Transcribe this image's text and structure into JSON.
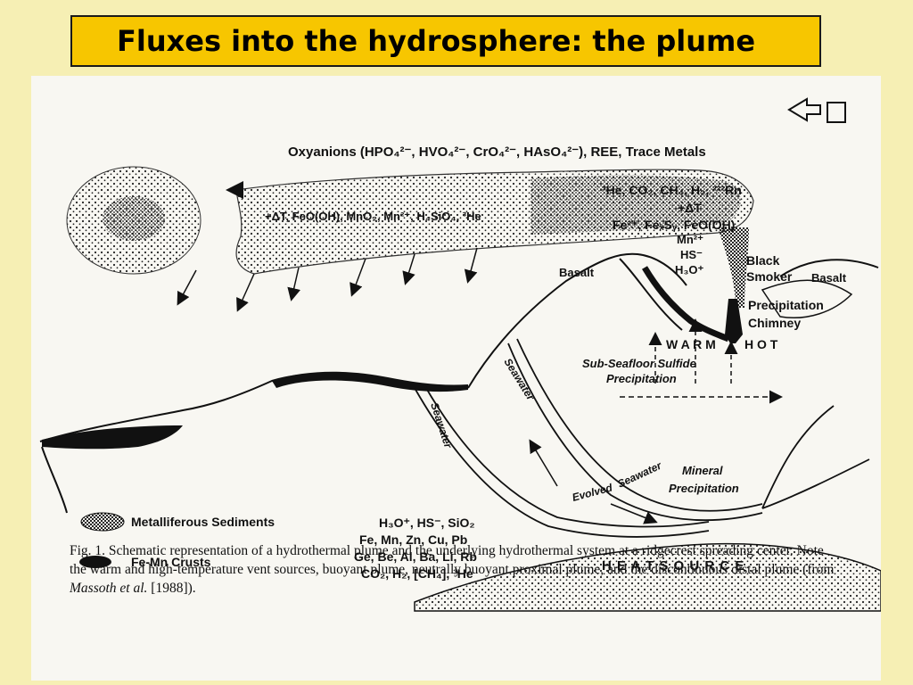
{
  "title": "Fluxes into the hydrosphere: the plume",
  "diagram": {
    "labels": {
      "oxyanions": "Oxyanions (HPO₄²⁻, HVO₄²⁻, CrO₄²⁻, HAsO₄²⁻), REE, Trace Metals",
      "plume_left": "+ΔT, FeO(OH), MnO₂, Mn²⁺, H₄SiO₄, ³He",
      "plume_right_1": "³He, CO₂, CH₄, H₂, ²²²Rn",
      "plume_right_2": "+ΔT",
      "plume_right_3": "Fe²⁺, FeₓSᵧ, FeO(OH)",
      "plume_right_4": "Mn²⁺",
      "plume_right_5": "HS⁻",
      "plume_right_6": "H₃O⁺",
      "black_smoker_1": "Black",
      "black_smoker_2": "Smoker",
      "basalt_left": "Basalt",
      "basalt_right": "Basalt",
      "precip_chimney_1": "Precipitation",
      "precip_chimney_2": "Chimney",
      "warm": "W A R M",
      "hot": "H O T",
      "subseafloor_1": "Sub-Seafloor Sulfide",
      "subseafloor_2": "Precipitation",
      "seawater_1": "Seawater",
      "seawater_2": "Seawater",
      "evolved": "Evolved",
      "seawater_3": "Seawater",
      "mineral_1": "Mineral",
      "mineral_2": "Precipitation",
      "heat_source": "H E A T   S O U R C E",
      "vent_1": "H₃O⁺, HS⁻, SiO₂",
      "vent_2": "Fe, Mn, Zn, Cu, Pb",
      "vent_3": "Ge, Be, Al, Ba, Li, Rb",
      "vent_4": "CO₂, H₂, [CH₄], ³He"
    },
    "legend": [
      {
        "label": "Metalliferous Sediments"
      },
      {
        "label": "Fe-Mn Crusts"
      }
    ]
  },
  "caption": {
    "prefix": "Fig. 1. Schematic representation of a hydrothermal plume and the underlying hydrothermal system at a ridgecrest spreading center. Note the warm and high-temperature vent sources, buoyant plume, neutrally buoyant proximal plume, and the discontinuous distal plume (from ",
    "italic": "Massoth et al.",
    "suffix": " [1988])."
  }
}
